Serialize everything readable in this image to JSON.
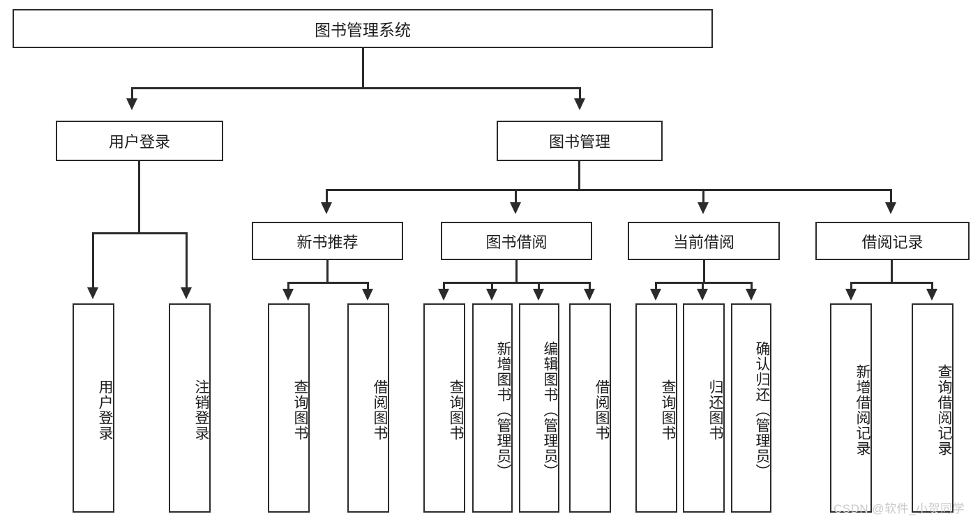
{
  "diagram": {
    "type": "tree-hierarchy",
    "title": "图书管理系统",
    "root": {
      "label": "图书管理系统"
    },
    "level2": [
      {
        "id": "user-login",
        "label": "用户登录"
      },
      {
        "id": "book-manage",
        "label": "图书管理"
      }
    ],
    "level3": [
      {
        "id": "new-book-rec",
        "label": "新书推荐"
      },
      {
        "id": "book-borrow",
        "label": "图书借阅"
      },
      {
        "id": "current-borrow",
        "label": "当前借阅"
      },
      {
        "id": "borrow-record",
        "label": "借阅记录"
      }
    ],
    "leaves": [
      {
        "id": "leaf-user-login",
        "label": "用户登录",
        "parent": "user-login"
      },
      {
        "id": "leaf-logout",
        "label": "注销登录",
        "parent": "user-login"
      },
      {
        "id": "leaf-query-book-1",
        "label": "查询图书",
        "parent": "new-book-rec"
      },
      {
        "id": "leaf-borrow-book-1",
        "label": "借阅图书",
        "parent": "new-book-rec"
      },
      {
        "id": "leaf-query-book-2",
        "label": "查询图书",
        "parent": "book-borrow"
      },
      {
        "id": "leaf-add-book",
        "label": "新增图书（管理员）",
        "parent": "book-borrow"
      },
      {
        "id": "leaf-edit-book",
        "label": "编辑图书（管理员）",
        "parent": "book-borrow"
      },
      {
        "id": "leaf-borrow-book-2",
        "label": "借阅图书",
        "parent": "book-borrow"
      },
      {
        "id": "leaf-query-book-3",
        "label": "查询图书",
        "parent": "current-borrow"
      },
      {
        "id": "leaf-return-book",
        "label": "归还图书",
        "parent": "current-borrow"
      },
      {
        "id": "leaf-confirm-return",
        "label": "确认归还（管理员）",
        "parent": "current-borrow"
      },
      {
        "id": "leaf-add-record",
        "label": "新增借阅记录",
        "parent": "borrow-record"
      },
      {
        "id": "leaf-query-record",
        "label": "查询借阅记录",
        "parent": "borrow-record"
      }
    ]
  },
  "watermark": {
    "text": "CSDN @软件_小贺同学"
  },
  "colors": {
    "stroke": "#2b2b2b",
    "fill": "#ffffff",
    "text": "#1d1d1d",
    "watermark": "#c9c9c9"
  }
}
